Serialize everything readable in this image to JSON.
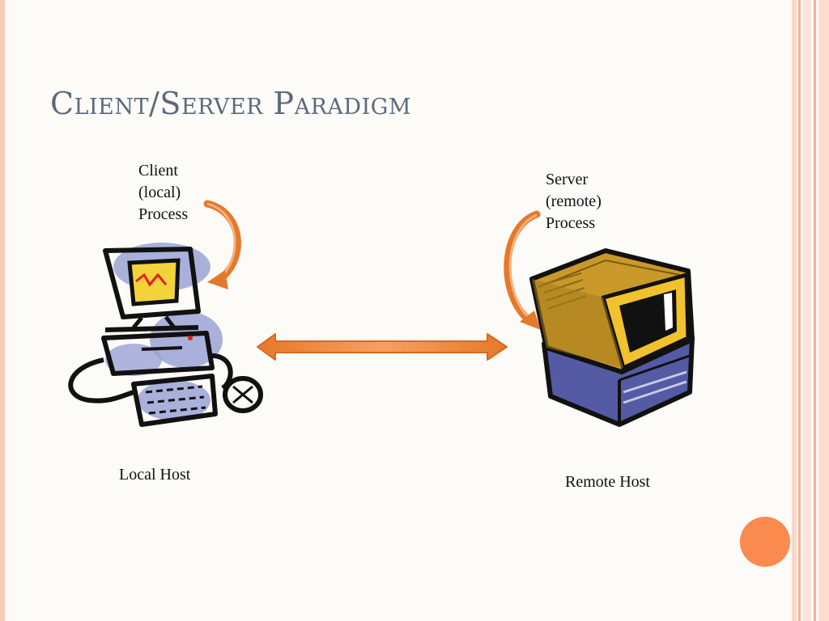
{
  "slide": {
    "title": "Client/Server Paradigm",
    "client_label": [
      "Client",
      "(local)",
      "Process"
    ],
    "server_label": [
      "Server",
      "(remote)",
      "Process"
    ],
    "local_host_label": "Local Host",
    "remote_host_label": "Remote Host"
  },
  "colors": {
    "title": "#5b6a7c",
    "arrow_orange": "#f08a3c",
    "accent_circle": "#fb8a4f",
    "border_peach": "#f6cbb4",
    "monitor_yellow": "#f2c12e",
    "monitor_blue": "#5a5fa8"
  },
  "icons": [
    "client-computer-icon",
    "server-computer-icon",
    "bidirectional-arrow-icon",
    "curved-arrow-icon"
  ]
}
